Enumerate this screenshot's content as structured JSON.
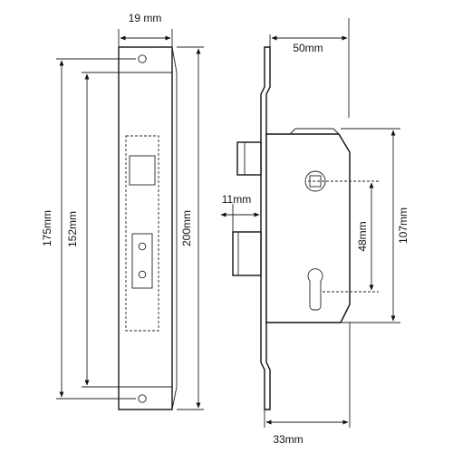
{
  "front_view": {
    "faceplate_width": "19 mm",
    "overall_length": "200mm",
    "fixing_centres": "175mm",
    "faceplate_length": "152mm"
  },
  "side_view": {
    "backset": "50mm",
    "forend_depth": "11mm",
    "case_depth": "33mm",
    "centres": "48mm",
    "case_height": "107mm"
  },
  "colors": {
    "line": "#111111",
    "background": "#ffffff"
  }
}
